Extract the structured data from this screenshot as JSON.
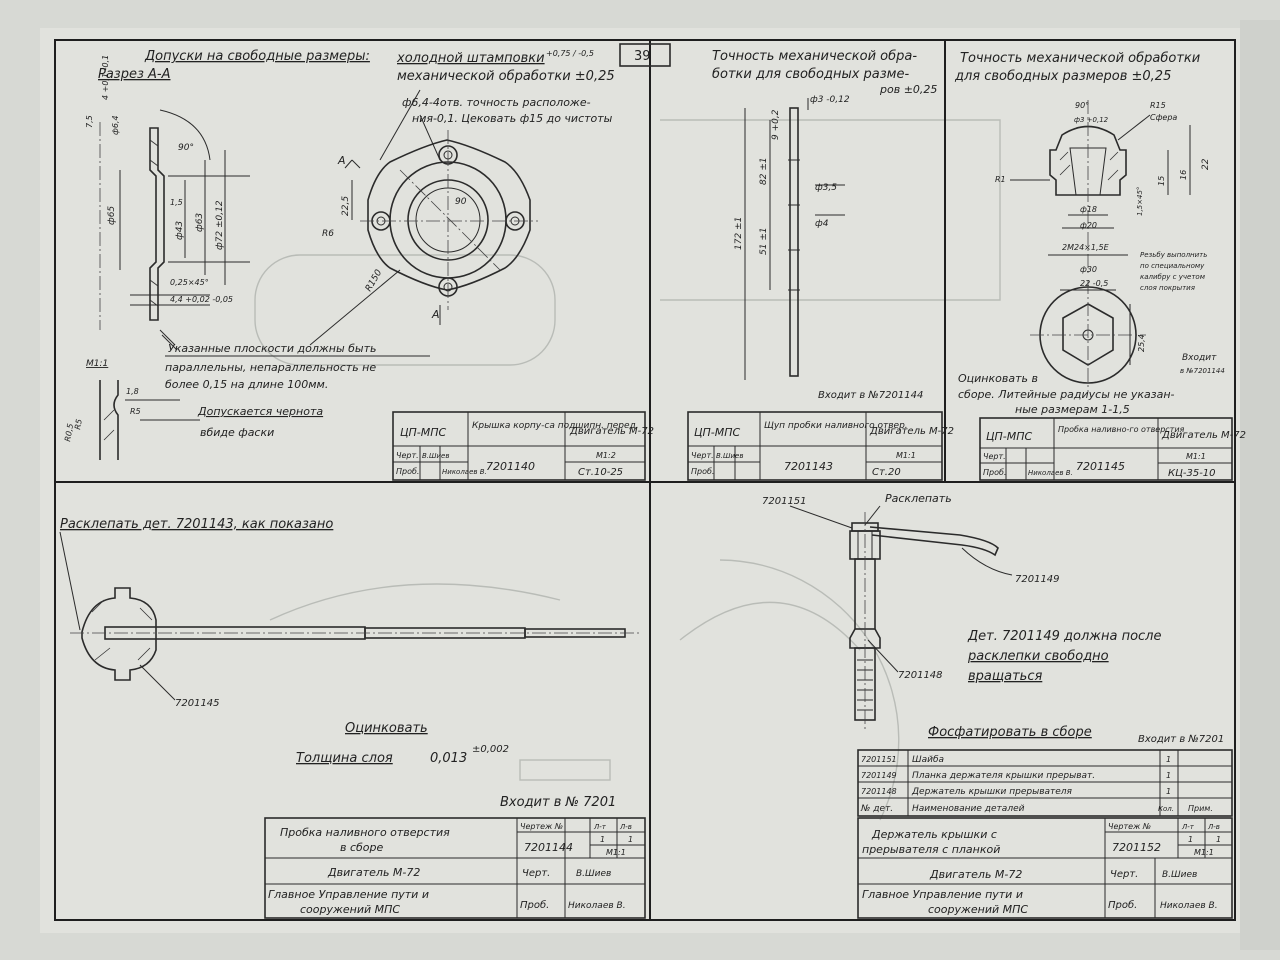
{
  "sheet_number": "39",
  "panel_top_left": {
    "tolerance_title": "Допуски на свободные размеры:",
    "tolerance_stamping": "холодной штамповки",
    "tolerance_stamping_value": "+0,75 / -0,5",
    "tolerance_machining": "механической обработки ±0,25",
    "section_label": "Разрез А-А",
    "holes_note_1": "ф6,4-4отв. точность расположе-",
    "holes_note_2": "ния-0,1. Цековать ф15 до чистоты",
    "flatness_note_1": "Указанные плоскости должны быть",
    "flatness_note_2": "параллельны, непараллельность не",
    "flatness_note_3": "более 0,15 на длине 100мм.",
    "scale_label": "М1:1",
    "blackness_note_1": "Допускается чернота",
    "blackness_note_2": "вбиде фаски",
    "dims": [
      "4 +0,1 -0,1",
      "ф6,4",
      "7,5",
      "90°",
      "ф65",
      "ф43",
      "ф63",
      "ф72 ±0,12",
      "1,5",
      "0,25×45°",
      "4,4 +0,02 -0,05",
      "22,5",
      "R6",
      "90",
      "R150",
      "А",
      "А",
      "R5",
      "R0,5",
      "1,8",
      "R5"
    ],
    "title_block": {
      "org": "ЦП-МПС",
      "part_name": "Крышка корпу-са подшипн. перед.",
      "engine": "Двигатель М-72",
      "drawn_label": "Черт.",
      "drawn_by": "В.Шиев",
      "checked_label": "Проб.",
      "checked_by": "Николаев В.",
      "part_number": "7201140",
      "scale": "М1:2",
      "material": "Ст.10-25"
    }
  },
  "panel_top_middle": {
    "title_1": "Точность механической обра-",
    "title_2": "ботки для свободных разме-",
    "title_3": "ров ±0,25",
    "dims": [
      "ф3 -0,12",
      "9 +0,2",
      "82 ±1",
      "ф3,5",
      "ф4",
      "51 ±1",
      "172 ±1"
    ],
    "enters_note": "Входит в №7201144",
    "title_block": {
      "org": "ЦП-МПС",
      "part_name": "Щуп пробки наливного отвер.",
      "engine": "Двигатель М-72",
      "drawn_label": "Черт.",
      "drawn_by": "В.Шиев",
      "checked_label": "Проб.",
      "checked_by": "",
      "part_number": "7201143",
      "scale": "М1:1",
      "material": "Ст.20"
    }
  },
  "panel_top_right": {
    "title_1": "Точность механической обработки",
    "title_2": "для свободных размеров ±0,25",
    "dims": [
      "90°",
      "R15",
      "Сфера",
      "ф3 +0,12",
      "R1",
      "22",
      "16",
      "15",
      "ф18",
      "ф20",
      "1,5×45°",
      "2М24×1,5Е",
      "ф30",
      "22 -0,5",
      "25,4"
    ],
    "thread_note_1": "Резьбу выполнить",
    "thread_note_2": "по специальному",
    "thread_note_3": "калибру с учетом",
    "thread_note_4": "слоя покрытия",
    "enters_note_1": "Входит",
    "enters_note_2": "в №7201144",
    "zinc_note_1": "Оцинковать в",
    "zinc_note_2": "сборе. Литейные радиусы не указан-",
    "zinc_note_3": "ные размерам 1-1,5",
    "title_block": {
      "org": "ЦП-МПС",
      "part_name": "Пробка наливно-го отверстия",
      "engine": "Двигатель М-72",
      "drawn_label": "Черт.",
      "drawn_by": "",
      "checked_label": "Проб.",
      "checked_by": "Николаев В.",
      "part_number": "7201145",
      "scale": "М1:1",
      "material": "КЦ-35-10"
    }
  },
  "panel_bottom_left": {
    "rivet_note": "Расклепать дет. 7201143, как показано",
    "callout": "7201145",
    "zinc_title": "Оцинковать",
    "layer_label": "Толщина слоя",
    "layer_value": "0,013",
    "layer_tolerance": "±0,002",
    "enters_note": "Входит в № 7201",
    "title_block": {
      "assembly_name_1": "Пробка наливного отверстия",
      "assembly_name_2": "в сборе",
      "drawing_no_label": "Чертеж №",
      "drawing_no": "7201144",
      "sheet_label": "Л-т",
      "sheets_label": "Л-в",
      "sheet_value": "1",
      "sheets_value": "1",
      "scale": "М1:1",
      "engine": "Двигатель М-72",
      "drawn_label": "Черт.",
      "drawn_by": "В.Шиев",
      "org_1": "Главное Управление пути и",
      "org_2": "сооружений МПС",
      "checked_label": "Проб.",
      "checked_by": "Николаев В."
    }
  },
  "panel_bottom_right": {
    "callout_washer": "7201151",
    "rivet_label": "Расклепать",
    "callout_bar": "7201149",
    "callout_holder": "7201148",
    "rotate_note_1": "Дет. 7201149 должна после",
    "rotate_note_2": "расклепки свободно",
    "rotate_note_3": "вращаться",
    "phosphate_note": "Фосфатировать в сборе",
    "enters_note": "Входит в №7201",
    "bom_rows": [
      {
        "number": "7201151",
        "name": "Шайба",
        "qty": "1"
      },
      {
        "number": "7201149",
        "name": "Планка держателя крышки прерыват.",
        "qty": "1"
      },
      {
        "number": "7201148",
        "name": "Держатель крышки прерывателя",
        "qty": "1"
      }
    ],
    "bom_header": {
      "number": "№ дет.",
      "name": "Наименование деталей",
      "qty": "Кол.",
      "note": "Прим."
    },
    "title_block": {
      "assembly_name_1": "Держатель крышки с",
      "assembly_name_2": "прерывателя с планкой",
      "drawing_no_label": "Чертеж №",
      "drawing_no": "7201152",
      "sheet_label": "Л-т",
      "sheets_label": "Л-в",
      "sheet_value": "1",
      "sheets_value": "1",
      "scale": "М1:1",
      "engine": "Двигатель М-72",
      "drawn_label": "Черт.",
      "drawn_by": "В.Шиев",
      "org_1": "Главное Управление пути и",
      "org_2": "сооружений МПС",
      "checked_label": "Проб.",
      "checked_by": "Николаев В."
    }
  }
}
